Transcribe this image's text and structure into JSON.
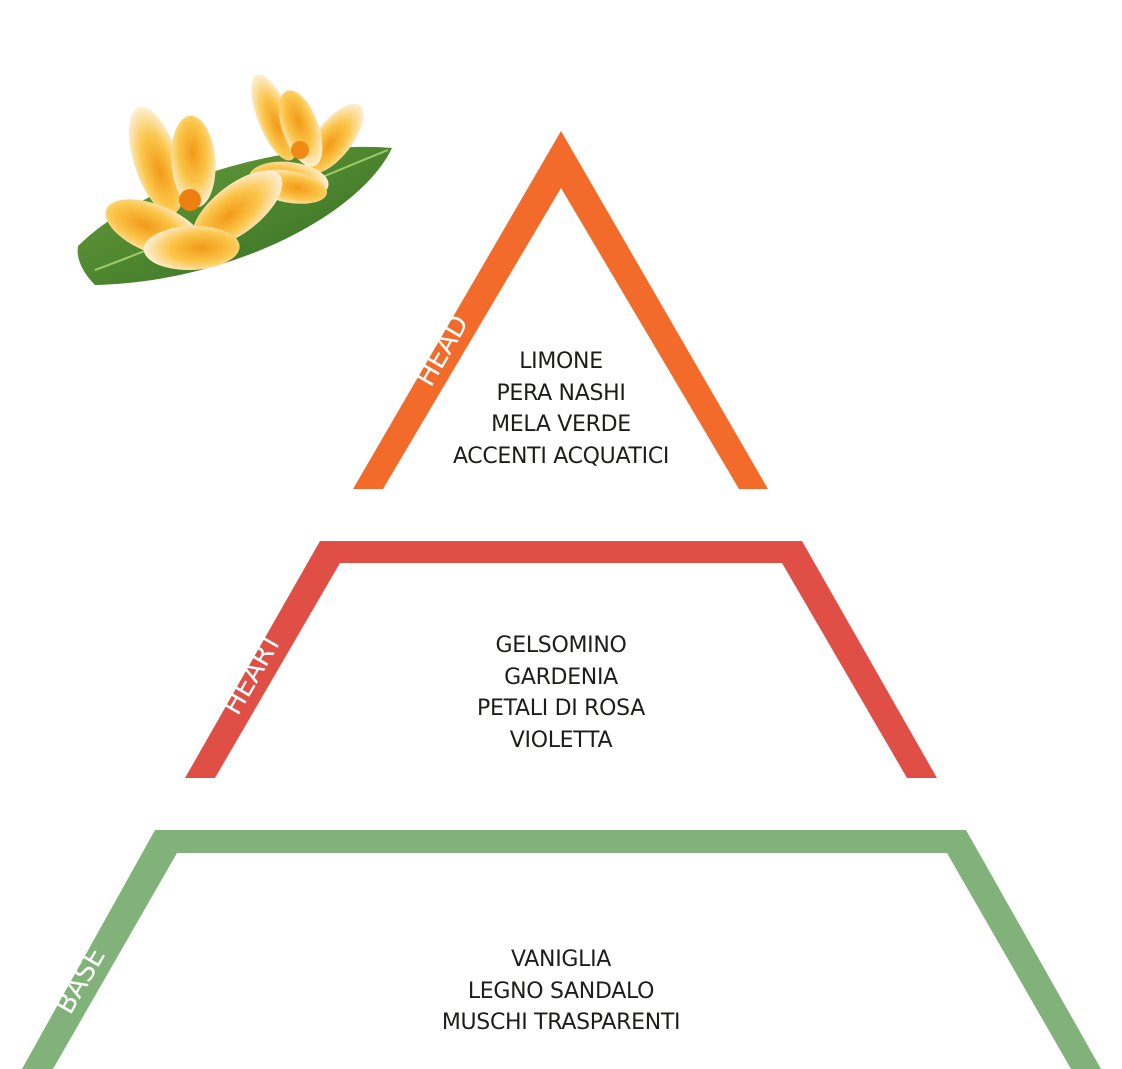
{
  "image": {
    "name": "frangipani-flower-on-leaf"
  },
  "pyramid": {
    "head": {
      "label": "HEAD",
      "color": "#f26b2b",
      "notes": [
        "LIMONE",
        "PERA NASHI",
        "MELA VERDE",
        "ACCENTI ACQUATICI"
      ]
    },
    "heart": {
      "label": "HEART",
      "color": "#e04f45",
      "notes": [
        "GELSOMINO",
        "GARDENIA",
        "PETALI DI ROSA",
        "VIOLETTA"
      ]
    },
    "base": {
      "label": "BASE",
      "color": "#80b27a",
      "notes": [
        "VANIGLIA",
        "LEGNO SANDALO",
        "MUSCHI TRASPARENTI"
      ]
    }
  }
}
